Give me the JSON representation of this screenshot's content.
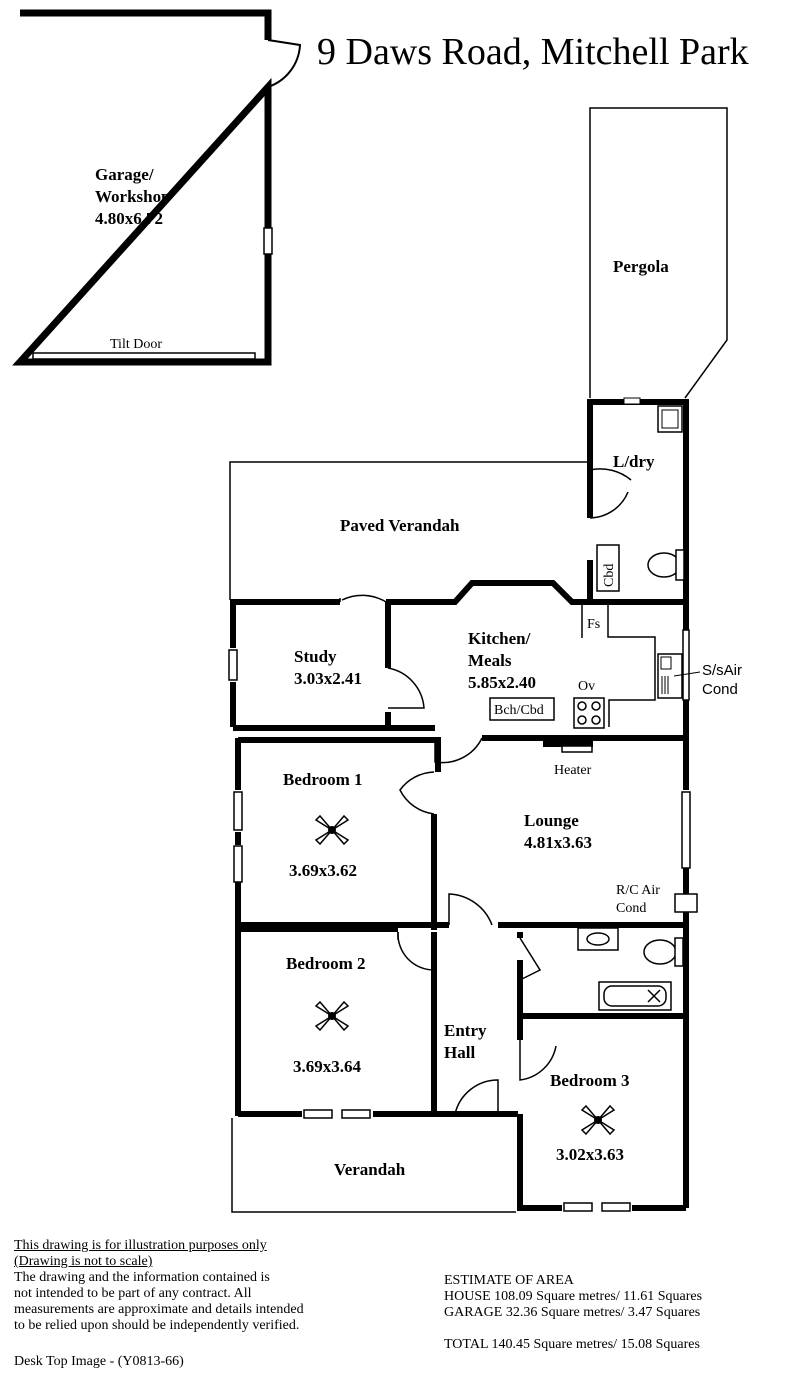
{
  "title": "9 Daws Road, Mitchell Park",
  "rooms": {
    "garage": {
      "name1": "Garage/",
      "name2": "Workshop",
      "dims": "4.80x6.72",
      "door": "Tilt Door"
    },
    "pergola": {
      "name": "Pergola"
    },
    "laundry": {
      "name": "L/dry",
      "cbd": "Cbd"
    },
    "paved_verandah": {
      "name": "Paved Verandah"
    },
    "study": {
      "name": "Study",
      "dims": "3.03x2.41"
    },
    "kitchen": {
      "name1": "Kitchen/",
      "name2": "Meals",
      "dims": "5.85x2.40",
      "bench": "Bch/Cbd",
      "oven": "Ov",
      "fridge": "Fs"
    },
    "aircon": {
      "line1": "S/sAir",
      "line2": "Cond"
    },
    "heater": {
      "label": "Heater"
    },
    "bedroom1": {
      "name": "Bedroom 1",
      "dims": "3.69x3.62"
    },
    "lounge": {
      "name": "Lounge",
      "dims": "4.81x3.63",
      "ac1": "R/C Air",
      "ac2": "Cond"
    },
    "bedroom2": {
      "name": "Bedroom 2",
      "dims": "3.69x3.64"
    },
    "entry": {
      "name1": "Entry",
      "name2": "Hall"
    },
    "bedroom3": {
      "name": "Bedroom 3",
      "dims": "3.02x3.63"
    },
    "verandah": {
      "name": "Verandah"
    }
  },
  "disclaimer": {
    "line1": "This drawing is for illustration purposes only",
    "line2": "(Drawing is not to scale)",
    "body": [
      "The drawing and the information contained is",
      "not intended to be part of any contract.  All",
      "measurements are approximate and details intended",
      "to be relied upon should be independently verified."
    ],
    "image_id": "Desk Top Image -   (Y0813-66)"
  },
  "area": {
    "heading": "ESTIMATE OF AREA",
    "house": "HOUSE   108.09 Square metres/  11.61 Squares",
    "garage": "GARAGE  32.36 Square metres/  3.47 Squares",
    "total": "TOTAL  140.45 Square metres/  15.08 Squares"
  }
}
